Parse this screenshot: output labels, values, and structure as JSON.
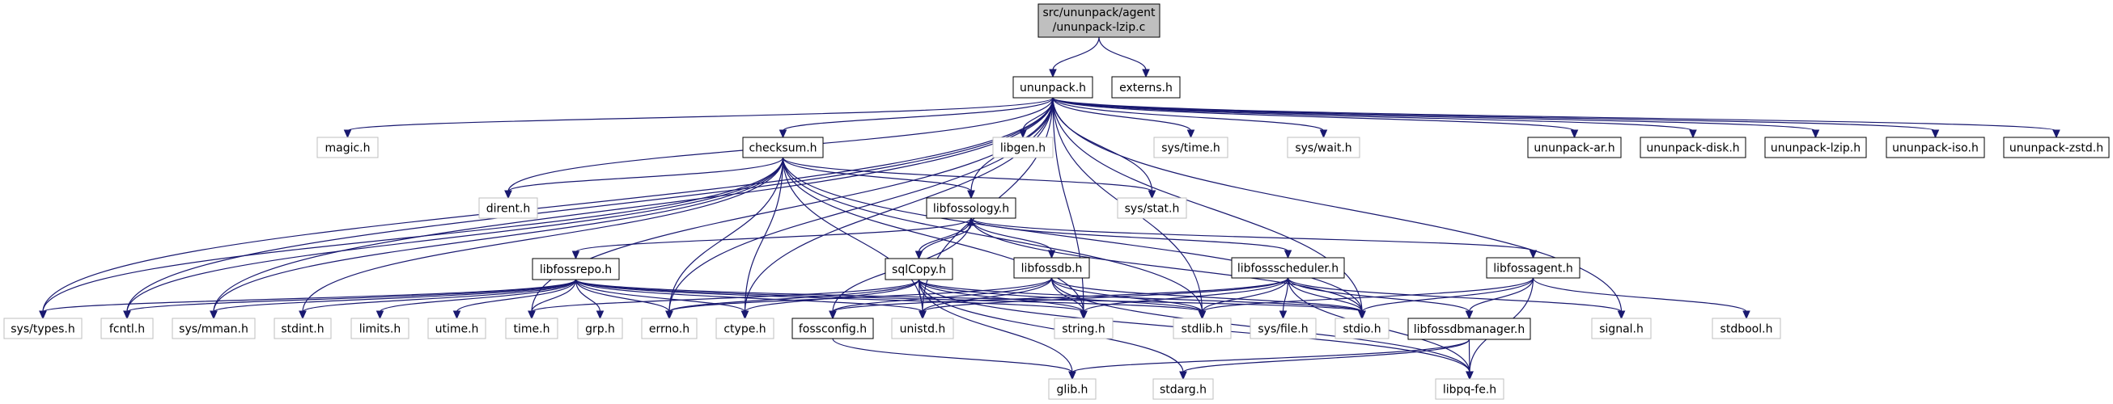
{
  "diagram": {
    "type": "include-dependency-graph",
    "edge_color": "#191970",
    "root": {
      "id": "root",
      "lines": [
        "src/ununpack/agent",
        "/ununpack-lzip.c"
      ]
    },
    "nodes": [
      {
        "id": "ununpack_h",
        "label": "ununpack.h",
        "kind": "project"
      },
      {
        "id": "externs_h",
        "label": "externs.h",
        "kind": "project"
      },
      {
        "id": "magic_h",
        "label": "magic.h",
        "kind": "system"
      },
      {
        "id": "checksum_h",
        "label": "checksum.h",
        "kind": "project"
      },
      {
        "id": "libgen_h",
        "label": "libgen.h",
        "kind": "system"
      },
      {
        "id": "sys_time_h",
        "label": "sys/time.h",
        "kind": "system"
      },
      {
        "id": "sys_wait_h",
        "label": "sys/wait.h",
        "kind": "system"
      },
      {
        "id": "ununpack_ar_h",
        "label": "ununpack-ar.h",
        "kind": "project"
      },
      {
        "id": "ununpack_disk_h",
        "label": "ununpack-disk.h",
        "kind": "project"
      },
      {
        "id": "ununpack_lzip_h",
        "label": "ununpack-lzip.h",
        "kind": "project"
      },
      {
        "id": "ununpack_iso_h",
        "label": "ununpack-iso.h",
        "kind": "project"
      },
      {
        "id": "ununpack_zstd_h",
        "label": "ununpack-zstd.h",
        "kind": "project"
      },
      {
        "id": "dirent_h",
        "label": "dirent.h",
        "kind": "system"
      },
      {
        "id": "libfossology_h",
        "label": "libfossology.h",
        "kind": "project"
      },
      {
        "id": "sys_stat_h",
        "label": "sys/stat.h",
        "kind": "system"
      },
      {
        "id": "libfossrepo_h",
        "label": "libfossrepo.h",
        "kind": "project"
      },
      {
        "id": "sqlCopy_h",
        "label": "sqlCopy.h",
        "kind": "project"
      },
      {
        "id": "libfossdb_h",
        "label": "libfossdb.h",
        "kind": "project"
      },
      {
        "id": "libfossscheduler_h",
        "label": "libfossscheduler.h",
        "kind": "project"
      },
      {
        "id": "libfossagent_h",
        "label": "libfossagent.h",
        "kind": "project"
      },
      {
        "id": "sys_types_h",
        "label": "sys/types.h",
        "kind": "system"
      },
      {
        "id": "fcntl_h",
        "label": "fcntl.h",
        "kind": "system"
      },
      {
        "id": "sys_mman_h",
        "label": "sys/mman.h",
        "kind": "system"
      },
      {
        "id": "stdint_h",
        "label": "stdint.h",
        "kind": "system"
      },
      {
        "id": "limits_h",
        "label": "limits.h",
        "kind": "system"
      },
      {
        "id": "utime_h",
        "label": "utime.h",
        "kind": "system"
      },
      {
        "id": "time_h",
        "label": "time.h",
        "kind": "system"
      },
      {
        "id": "grp_h",
        "label": "grp.h",
        "kind": "system"
      },
      {
        "id": "errno_h",
        "label": "errno.h",
        "kind": "system"
      },
      {
        "id": "ctype_h",
        "label": "ctype.h",
        "kind": "system"
      },
      {
        "id": "fossconfig_h",
        "label": "fossconfig.h",
        "kind": "project"
      },
      {
        "id": "unistd_h",
        "label": "unistd.h",
        "kind": "system"
      },
      {
        "id": "string_h",
        "label": "string.h",
        "kind": "system"
      },
      {
        "id": "stdlib_h",
        "label": "stdlib.h",
        "kind": "system"
      },
      {
        "id": "sys_file_h",
        "label": "sys/file.h",
        "kind": "system"
      },
      {
        "id": "stdio_h",
        "label": "stdio.h",
        "kind": "system"
      },
      {
        "id": "libfossdbmanager_h",
        "label": "libfossdbmanager.h",
        "kind": "project"
      },
      {
        "id": "signal_h",
        "label": "signal.h",
        "kind": "system"
      },
      {
        "id": "stdbool_h",
        "label": "stdbool.h",
        "kind": "system"
      },
      {
        "id": "glib_h",
        "label": "glib.h",
        "kind": "system"
      },
      {
        "id": "stdarg_h",
        "label": "stdarg.h",
        "kind": "system"
      },
      {
        "id": "libpq_fe_h",
        "label": "libpq-fe.h",
        "kind": "system"
      }
    ],
    "edges": [
      [
        "root",
        "ununpack_h"
      ],
      [
        "root",
        "externs_h"
      ],
      [
        "ununpack_h",
        "magic_h"
      ],
      [
        "ununpack_h",
        "checksum_h"
      ],
      [
        "ununpack_h",
        "libgen_h"
      ],
      [
        "ununpack_h",
        "sys_time_h"
      ],
      [
        "ununpack_h",
        "sys_wait_h"
      ],
      [
        "ununpack_h",
        "ununpack_ar_h"
      ],
      [
        "ununpack_h",
        "ununpack_disk_h"
      ],
      [
        "ununpack_h",
        "ununpack_lzip_h"
      ],
      [
        "ununpack_h",
        "ununpack_iso_h"
      ],
      [
        "ununpack_h",
        "ununpack_zstd_h"
      ],
      [
        "ununpack_h",
        "dirent_h"
      ],
      [
        "ununpack_h",
        "libfossology_h"
      ],
      [
        "ununpack_h",
        "sys_stat_h"
      ],
      [
        "ununpack_h",
        "sys_types_h"
      ],
      [
        "ununpack_h",
        "fcntl_h"
      ],
      [
        "ununpack_h",
        "sys_mman_h"
      ],
      [
        "ununpack_h",
        "time_h"
      ],
      [
        "ununpack_h",
        "errno_h"
      ],
      [
        "ununpack_h",
        "ctype_h"
      ],
      [
        "ununpack_h",
        "unistd_h"
      ],
      [
        "ununpack_h",
        "string_h"
      ],
      [
        "ununpack_h",
        "stdlib_h"
      ],
      [
        "ununpack_h",
        "stdio_h"
      ],
      [
        "ununpack_h",
        "signal_h"
      ],
      [
        "checksum_h",
        "dirent_h"
      ],
      [
        "checksum_h",
        "libfossology_h"
      ],
      [
        "checksum_h",
        "sys_stat_h"
      ],
      [
        "checksum_h",
        "sys_types_h"
      ],
      [
        "checksum_h",
        "fcntl_h"
      ],
      [
        "checksum_h",
        "sys_mman_h"
      ],
      [
        "checksum_h",
        "stdint_h"
      ],
      [
        "checksum_h",
        "errno_h"
      ],
      [
        "checksum_h",
        "ctype_h"
      ],
      [
        "checksum_h",
        "unistd_h"
      ],
      [
        "checksum_h",
        "string_h"
      ],
      [
        "checksum_h",
        "stdlib_h"
      ],
      [
        "checksum_h",
        "stdio_h"
      ],
      [
        "libfossology_h",
        "libfossrepo_h"
      ],
      [
        "libfossology_h",
        "sqlCopy_h"
      ],
      [
        "libfossology_h",
        "libfossdb_h"
      ],
      [
        "libfossology_h",
        "libfossscheduler_h"
      ],
      [
        "libfossology_h",
        "libfossagent_h"
      ],
      [
        "libfossology_h",
        "fossconfig_h"
      ],
      [
        "libfossology_h",
        "stdio_h"
      ],
      [
        "sqlCopy_h",
        "libfossology_h"
      ],
      [
        "libfossrepo_h",
        "sys_types_h"
      ],
      [
        "libfossrepo_h",
        "fcntl_h"
      ],
      [
        "libfossrepo_h",
        "sys_mman_h"
      ],
      [
        "libfossrepo_h",
        "stdint_h"
      ],
      [
        "libfossrepo_h",
        "limits_h"
      ],
      [
        "libfossrepo_h",
        "utime_h"
      ],
      [
        "libfossrepo_h",
        "time_h"
      ],
      [
        "libfossrepo_h",
        "grp_h"
      ],
      [
        "libfossrepo_h",
        "errno_h"
      ],
      [
        "libfossrepo_h",
        "ctype_h"
      ],
      [
        "libfossrepo_h",
        "unistd_h"
      ],
      [
        "libfossrepo_h",
        "string_h"
      ],
      [
        "libfossrepo_h",
        "stdlib_h"
      ],
      [
        "libfossrepo_h",
        "stdio_h"
      ],
      [
        "sqlCopy_h",
        "errno_h"
      ],
      [
        "sqlCopy_h",
        "ctype_h"
      ],
      [
        "sqlCopy_h",
        "unistd_h"
      ],
      [
        "sqlCopy_h",
        "string_h"
      ],
      [
        "sqlCopy_h",
        "stdlib_h"
      ],
      [
        "sqlCopy_h",
        "stdio_h"
      ],
      [
        "sqlCopy_h",
        "time_h"
      ],
      [
        "sqlCopy_h",
        "stdarg_h"
      ],
      [
        "sqlCopy_h",
        "glib_h"
      ],
      [
        "sqlCopy_h",
        "libpq_fe_h"
      ],
      [
        "libfossdb_h",
        "errno_h"
      ],
      [
        "libfossdb_h",
        "fossconfig_h"
      ],
      [
        "libfossdb_h",
        "unistd_h"
      ],
      [
        "libfossdb_h",
        "string_h"
      ],
      [
        "libfossdb_h",
        "stdlib_h"
      ],
      [
        "libfossdb_h",
        "stdio_h"
      ],
      [
        "libfossdb_h",
        "libpq_fe_h"
      ],
      [
        "libfossscheduler_h",
        "fossconfig_h"
      ],
      [
        "libfossscheduler_h",
        "unistd_h"
      ],
      [
        "libfossscheduler_h",
        "string_h"
      ],
      [
        "libfossscheduler_h",
        "stdlib_h"
      ],
      [
        "libfossscheduler_h",
        "sys_file_h"
      ],
      [
        "libfossscheduler_h",
        "stdio_h"
      ],
      [
        "libfossscheduler_h",
        "signal_h"
      ],
      [
        "libfossscheduler_h",
        "libfossdbmanager_h"
      ],
      [
        "libfossscheduler_h",
        "libpq_fe_h"
      ],
      [
        "libfossagent_h",
        "libfossdbmanager_h"
      ],
      [
        "libfossagent_h",
        "stdbool_h"
      ],
      [
        "libfossagent_h",
        "stdlib_h"
      ],
      [
        "libfossagent_h",
        "stdio_h"
      ],
      [
        "libfossagent_h",
        "libpq_fe_h"
      ],
      [
        "libfossdbmanager_h",
        "glib_h"
      ],
      [
        "libfossdbmanager_h",
        "stdarg_h"
      ],
      [
        "libfossdbmanager_h",
        "libpq_fe_h"
      ],
      [
        "fossconfig_h",
        "glib_h"
      ]
    ]
  }
}
